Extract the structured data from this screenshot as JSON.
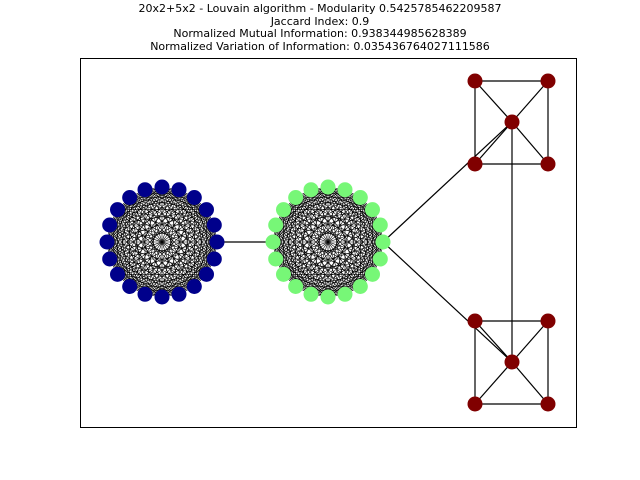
{
  "figure": {
    "title_lines": [
      "20x2+5x2 - Louvain algorithm - Modularity 0.5425785462209587",
      "Jaccard Index: 0.9",
      "Normalized Mutual Information: 0.938344985628389",
      "Normalized Variation of Information: 0.035436764027111586"
    ]
  },
  "graph": {
    "node_colors": {
      "community_1": "#00008b",
      "community_2": "#77f777",
      "community_3": "#800000"
    },
    "edge_color": "#000000",
    "clique_1_size": 20,
    "clique_2_size": 20,
    "wheel_1_size": 5,
    "wheel_2_size": 5
  }
}
